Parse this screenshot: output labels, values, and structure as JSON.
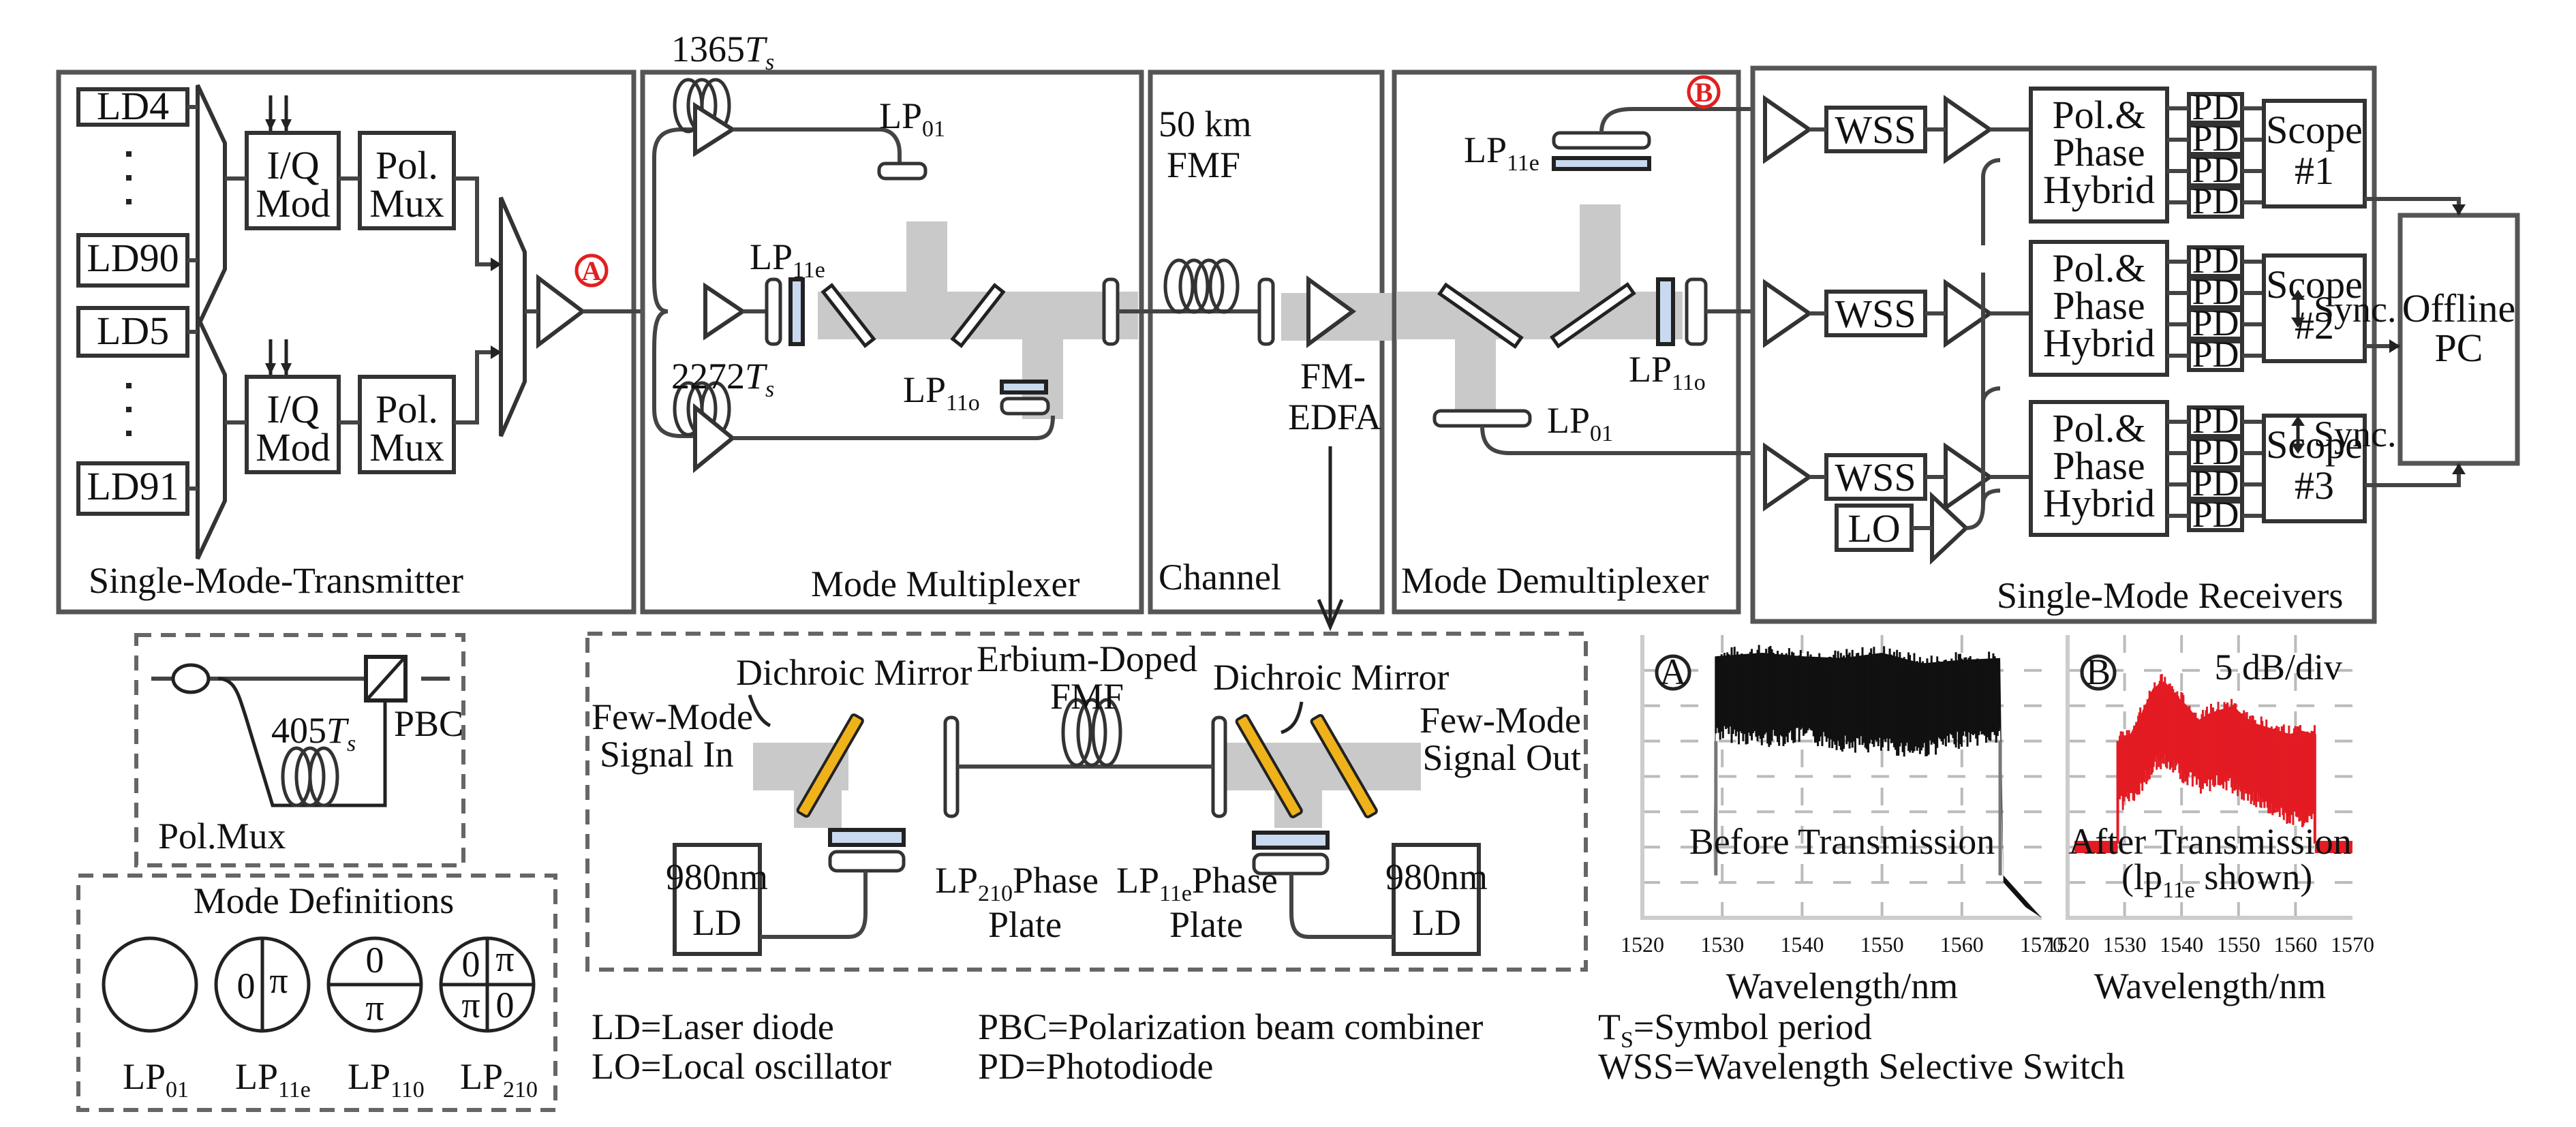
{
  "transmitter": {
    "title": "Single-Mode-Transmitter",
    "lasers": [
      "LD4",
      "LD90",
      "LD5",
      "LD91"
    ],
    "iq_mod": [
      "I/Q",
      "Mod"
    ],
    "pol_mux": [
      "Pol.",
      "Mux"
    ],
    "marker_a": "A"
  },
  "multiplexer": {
    "title": "Mode Multiplexer",
    "delay_top": "1365",
    "delay_bottom": "2272",
    "ts_symbol": "T",
    "ts_sub": "s",
    "lp01": {
      "base": "LP",
      "sub": "01"
    },
    "lp11e": {
      "base": "LP",
      "sub": "11e"
    },
    "lp11o": {
      "base": "LP",
      "sub": "11o"
    }
  },
  "channel": {
    "title": "Channel",
    "fiber_line1": "50 km",
    "fiber_line2": "FMF",
    "amp_line1": "FM-",
    "amp_line2": "EDFA"
  },
  "demultiplexer": {
    "title": "Mode Demultiplexer",
    "marker_b": "B",
    "lp11e": {
      "base": "LP",
      "sub": "11e"
    },
    "lp11o": {
      "base": "LP",
      "sub": "11o"
    },
    "lp01": {
      "base": "LP",
      "sub": "01"
    }
  },
  "receivers": {
    "title": "Single-Mode Receivers",
    "wss": "WSS",
    "lo": "LO",
    "hybrid": [
      "Pol.&",
      "Phase",
      "Hybrid"
    ],
    "pd": "PD",
    "scopes": [
      [
        "Scope",
        "#1"
      ],
      [
        "Scope",
        "#2"
      ],
      [
        "Scope",
        "#3"
      ]
    ],
    "sync": "Sync.",
    "offline_pc": [
      "Offline",
      "PC"
    ]
  },
  "polmux_inset": {
    "title": "Pol.Mux",
    "delay": "405",
    "pbc": "PBC"
  },
  "mode_definitions": {
    "title": "Mode Definitions",
    "modes": [
      {
        "base": "LP",
        "sub": "01",
        "phases": []
      },
      {
        "base": "LP",
        "sub": "11e",
        "phases": [
          "0",
          "π"
        ]
      },
      {
        "base": "LP",
        "sub": "110",
        "phases": [
          "0",
          "π"
        ]
      },
      {
        "base": "LP",
        "sub": "210",
        "phases": [
          "0",
          "π",
          "π",
          "0"
        ]
      }
    ]
  },
  "edfa_inset": {
    "edf_line1": "Erbium-Doped",
    "edf_line2": "FMF",
    "dichroic_left": "Dichroic Mirror",
    "dichroic_right": "Dichroic Mirror",
    "signal_in": [
      "Few-Mode",
      "Signal In"
    ],
    "signal_out": [
      "Few-Mode",
      "Signal Out"
    ],
    "pump_left": [
      "980nm",
      "LD"
    ],
    "pump_right": [
      "980nm",
      "LD"
    ],
    "plate_left": {
      "base": "LP",
      "sub": "210",
      "word": "Phase",
      "line2": "Plate"
    },
    "plate_right": {
      "base": "LP",
      "sub": "11e",
      "word": "Phase",
      "line2": "Plate"
    }
  },
  "legend": {
    "col1": [
      "LD=Laser diode",
      "LO=Local oscillator"
    ],
    "col2": [
      "PBC=Polarization beam combiner",
      "PD=Photodiode"
    ],
    "ts_def": {
      "base": "T",
      "sub": "S",
      "rest": "=Symbol period"
    },
    "wss_def": "WSS=Wavelength Selective Switch"
  },
  "colors": {
    "marker": "#e02020",
    "spectrum_after": "#e31b23",
    "spectrum_before": "#111111",
    "dichroic": "#f0b21a",
    "phase_plate": "#c9d9ef",
    "beam": "#c9c9c9"
  },
  "chart_data": [
    {
      "type": "area",
      "marker": "A",
      "annotation": "Before Transmission",
      "xlabel": "Wavelength/nm",
      "ylabel": "",
      "x_ticks": [
        "1520",
        "1530",
        "1540",
        "1550",
        "1560",
        "1570"
      ],
      "xlim": [
        1520,
        1570
      ],
      "y_divisions": 8,
      "y_unit": "5 dB/div",
      "grid": true,
      "series": [
        {
          "name": "Before Transmission",
          "color": "#111111",
          "band_nm": [
            1529.2,
            1564.8
          ],
          "x": [
            1521.5,
            1526.5,
            1528.9,
            1529.2,
            1535,
            1540,
            1545,
            1550,
            1555,
            1560,
            1564.8,
            1565.2,
            1568,
            1570
          ],
          "top_div": [
            0,
            0.2,
            1.2,
            7.4,
            7.5,
            7.4,
            7.35,
            7.5,
            7.2,
            7.3,
            7.35,
            1.2,
            0.5,
            0.0
          ],
          "bottom_div": [
            0,
            0.2,
            1.2,
            5.5,
            5.3,
            5.4,
            5.2,
            5.1,
            5.0,
            5.3,
            5.4,
            1.0,
            0.3,
            0.0
          ]
        }
      ]
    },
    {
      "type": "area",
      "marker": "B",
      "annotation": "After Transmission",
      "annotation_line2": {
        "open": "(lp",
        "sub": "11e",
        "rest": " shown)"
      },
      "scale_label": "5 dB/div",
      "xlabel": "Wavelength/nm",
      "ylabel": "",
      "x_ticks": [
        "1520",
        "1530",
        "1540",
        "1550",
        "1560",
        "1570"
      ],
      "xlim": [
        1520,
        1570
      ],
      "y_divisions": 8,
      "y_unit": "5 dB/div",
      "grid": true,
      "series": [
        {
          "name": "After Transmission (lp11e shown)",
          "color": "#e31b23",
          "band_nm": [
            1528.8,
            1563.4
          ],
          "noise_floor_div": 2.1,
          "x": [
            1528.8,
            1531,
            1533,
            1535,
            1537,
            1539,
            1541,
            1543,
            1545,
            1547,
            1549,
            1551,
            1553,
            1555,
            1557,
            1559,
            1561,
            1563.4
          ],
          "top_div": [
            5.0,
            5.2,
            5.8,
            6.5,
            6.7,
            6.3,
            6.0,
            5.6,
            5.8,
            5.9,
            6.0,
            5.7,
            5.5,
            5.4,
            5.3,
            5.2,
            5.3,
            5.2
          ],
          "bottom_div": [
            3.5,
            3.6,
            4.0,
            4.6,
            4.7,
            4.5,
            4.2,
            4.0,
            4.0,
            4.1,
            4.0,
            3.8,
            3.6,
            3.4,
            3.2,
            3.1,
            3.0,
            3.3
          ]
        }
      ]
    }
  ]
}
